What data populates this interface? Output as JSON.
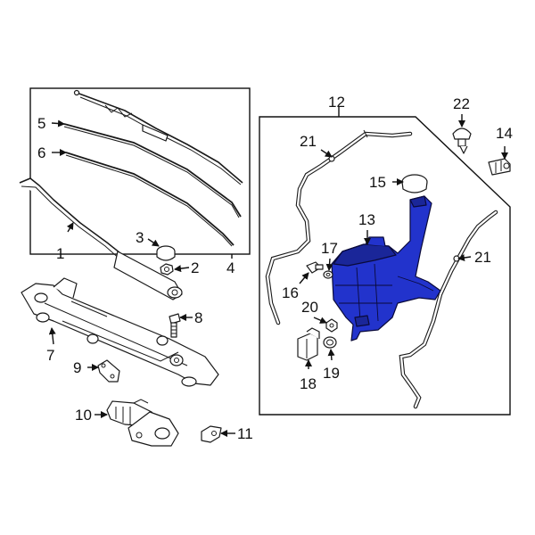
{
  "labels": {
    "c1": "1",
    "c2": "2",
    "c3": "3",
    "c4": "4",
    "c5": "5",
    "c6": "6",
    "c7": "7",
    "c8": "8",
    "c9": "9",
    "c10": "10",
    "c11": "11",
    "c12": "12",
    "c13": "13",
    "c14": "14",
    "c15": "15",
    "c16": "16",
    "c17": "17",
    "c18": "18",
    "c19": "19",
    "c20": "20",
    "c21a": "21",
    "c21b": "21",
    "c22": "22"
  },
  "colors": {
    "highlight": "#2233cc",
    "highlight_dark": "#1a2699",
    "line": "#111111"
  },
  "highlighted_part": "13"
}
